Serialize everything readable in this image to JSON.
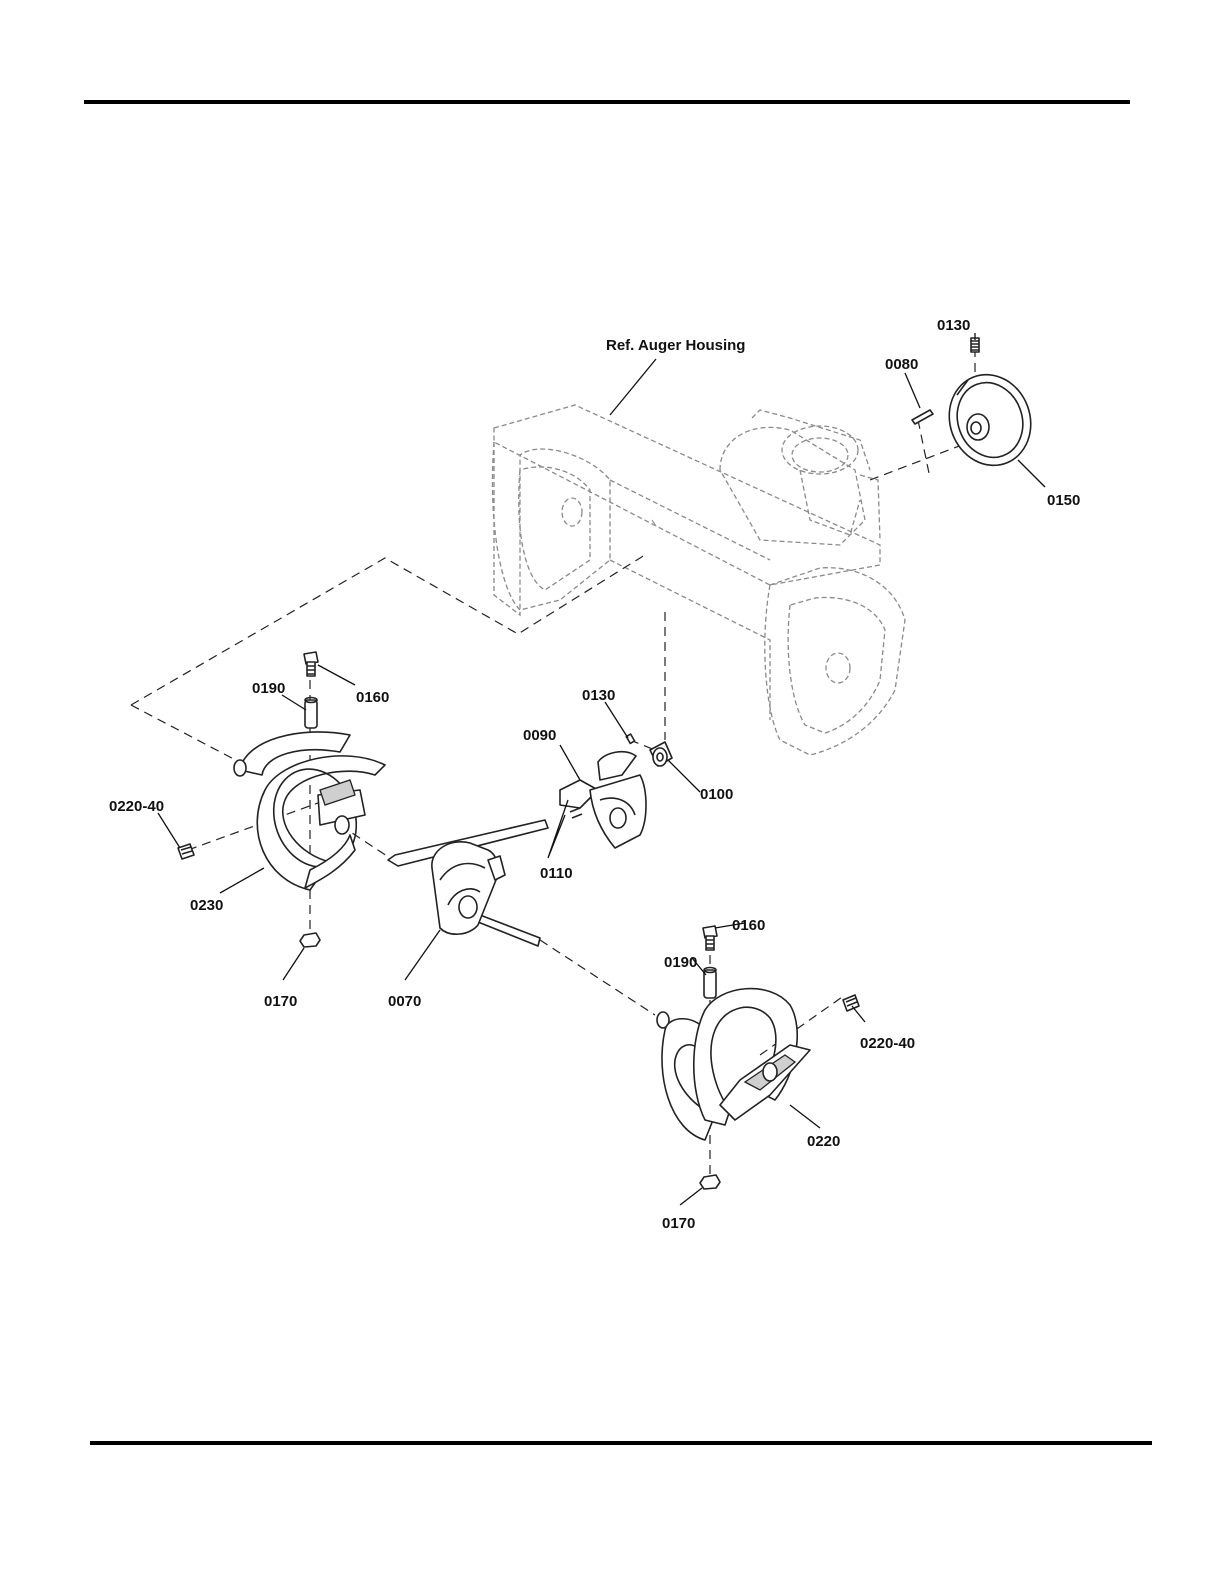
{
  "ref_label": "Ref. Auger Housing",
  "callouts": {
    "c0130_top": "0130",
    "c0080": "0080",
    "c0150": "0150",
    "c0190_left": "0190",
    "c0160_left": "0160",
    "c0130_mid": "0130",
    "c0090": "0090",
    "c0100": "0100",
    "c0220_40_left": "0220-40",
    "c0110": "0110",
    "c0230": "0230",
    "c0170_left": "0170",
    "c0070": "0070",
    "c0160_right": "0160",
    "c0190_right": "0190",
    "c0220_40_right": "0220-40",
    "c0220": "0220",
    "c0170_bottom": "0170"
  }
}
